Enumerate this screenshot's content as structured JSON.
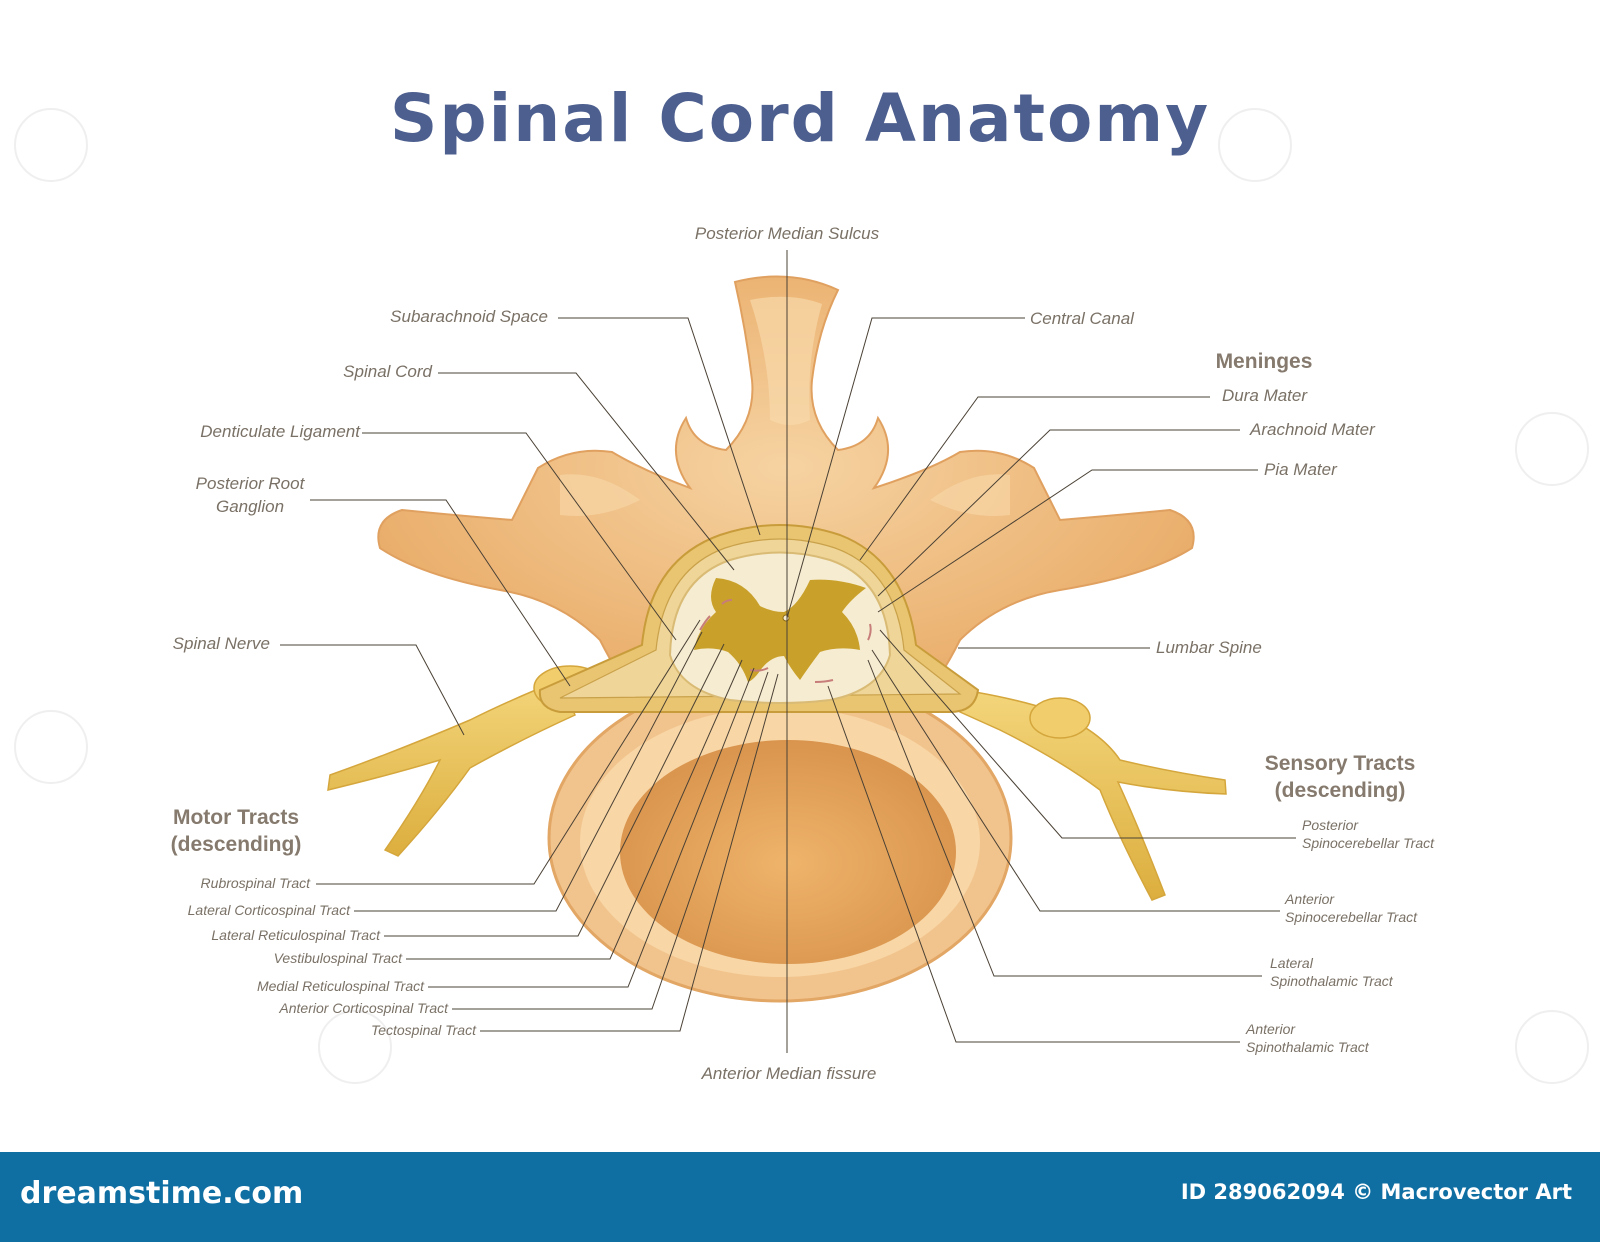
{
  "title": "Spinal Cord Anatomy",
  "labels": {
    "posterior_median_sulcus": "Posterior Median Sulcus",
    "subarachnoid_space": "Subarachnoid Space",
    "central_canal": "Central Canal",
    "spinal_cord": "Spinal Cord",
    "denticulate_ligament": "Denticulate Ligament",
    "posterior_root_ganglion_1": "Posterior Root",
    "posterior_root_ganglion_2": "Ganglion",
    "spinal_nerve": "Spinal Nerve",
    "lumbar_spine": "Lumbar Spine",
    "anterior_median_fissure": "Anterior Median fissure"
  },
  "meninges": {
    "heading": "Meninges",
    "items": [
      "Dura Mater",
      "Arachnoid Mater",
      "Pia Mater"
    ]
  },
  "motor_tracts": {
    "heading_1": "Motor Tracts",
    "heading_2": "(descending)",
    "items": [
      "Rubrospinal Tract",
      "Lateral Corticospinal Tract",
      "Lateral Reticulospinal Tract",
      "Vestibulospinal Tract",
      "Medial Reticulospinal Tract",
      "Anterior Corticospinal Tract",
      "Tectospinal Tract"
    ]
  },
  "sensory_tracts": {
    "heading_1": "Sensory Tracts",
    "heading_2": "(descending)",
    "items": [
      {
        "line1": "Posterior",
        "line2": "Spinocerebellar Tract"
      },
      {
        "line1": "Anterior",
        "line2": "Spinocerebellar Tract"
      },
      {
        "line1": "Lateral",
        "line2": "Spinothalamic Tract"
      },
      {
        "line1": "Anterior",
        "line2": "Spinothalamic Tract"
      }
    ]
  },
  "footer": {
    "site": "dreamstime.com",
    "credit": "ID 289062094 © Macrovector Art"
  },
  "colors": {
    "title": "#4d5f8f",
    "bone": "#f0c089",
    "bone_dark": "#d99b5c",
    "body_inner": "#e2a25c",
    "nerve": "#e9c45e",
    "white_matter": "#f6ecd2",
    "grey_matter": "#c9a12a",
    "footer": "#0f6fa3"
  }
}
